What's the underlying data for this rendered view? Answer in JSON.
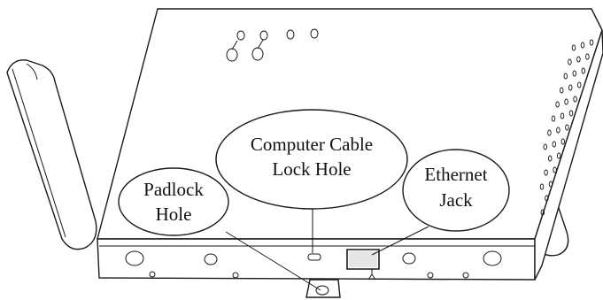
{
  "callouts": {
    "cable_lock": {
      "line1": "Computer Cable",
      "line2": "Lock Hole"
    },
    "padlock": {
      "line1": "Padlock",
      "line2": "Hole"
    },
    "ethernet": {
      "line1": "Ethernet",
      "line2": "Jack"
    }
  },
  "device": {
    "top_led_count": 4,
    "front_ports": [
      "audio-port-left",
      "power-port",
      "ethernet-jack",
      "audio-port-right"
    ]
  },
  "colors": {
    "line": "#1a1a1a",
    "background": "#ffffff"
  }
}
